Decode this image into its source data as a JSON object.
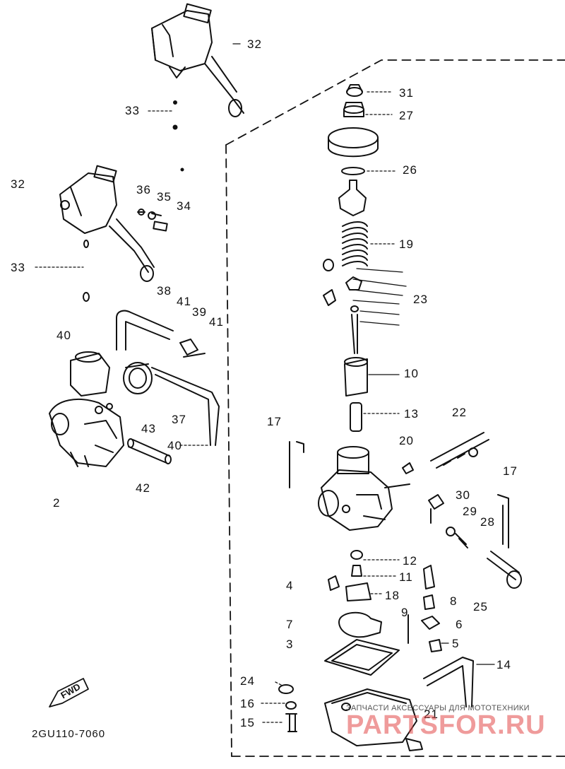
{
  "diagram": {
    "part_code": "2GU110-7060",
    "fwd_label": "FWD",
    "callouts": [
      "32",
      "33",
      "32",
      "36",
      "35",
      "34",
      "33",
      "38",
      "41",
      "39",
      "41",
      "40",
      "37",
      "43",
      "40",
      "42",
      "2",
      "31",
      "27",
      "26",
      "19",
      "23",
      "10",
      "13",
      "22",
      "17",
      "20",
      "17",
      "30",
      "29",
      "28",
      "12",
      "11",
      "4",
      "18",
      "8",
      "25",
      "9",
      "6",
      "7",
      "3",
      "5",
      "14",
      "24",
      "16",
      "15",
      "21"
    ]
  },
  "watermark": {
    "text": "ЗАПЧАСТИ АКСЕССУАРЫ ДЛЯ МОТОТЕХНИКИ",
    "logo": "PARTSFOR.RU"
  }
}
